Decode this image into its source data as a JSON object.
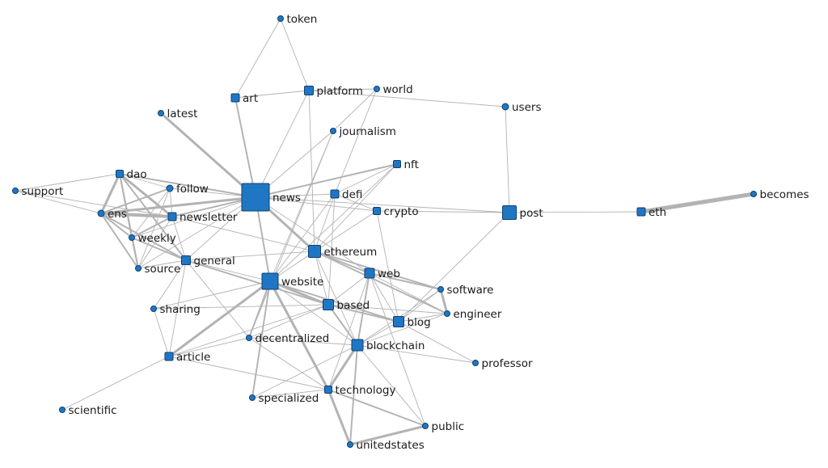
{
  "diagram": {
    "type": "network",
    "colors": {
      "node": "#1f77c4",
      "edge": "#b3b3b3",
      "strong_edge": "#8c8c8c"
    },
    "nodes": [
      {
        "id": "token",
        "label": "token"
      },
      {
        "id": "art",
        "label": "art"
      },
      {
        "id": "platform",
        "label": "platform"
      },
      {
        "id": "world",
        "label": "world"
      },
      {
        "id": "users",
        "label": "users"
      },
      {
        "id": "latest",
        "label": "latest"
      },
      {
        "id": "journalism",
        "label": "journalism"
      },
      {
        "id": "dao",
        "label": "dao"
      },
      {
        "id": "follow",
        "label": "follow"
      },
      {
        "id": "news",
        "label": "news"
      },
      {
        "id": "nft",
        "label": "nft"
      },
      {
        "id": "support",
        "label": "support"
      },
      {
        "id": "defi",
        "label": "defi"
      },
      {
        "id": "ens",
        "label": "ens"
      },
      {
        "id": "newsletter",
        "label": "newsletter"
      },
      {
        "id": "crypto",
        "label": "crypto"
      },
      {
        "id": "post",
        "label": "post"
      },
      {
        "id": "eth",
        "label": "eth"
      },
      {
        "id": "becomes",
        "label": "becomes"
      },
      {
        "id": "weekly",
        "label": "weekly"
      },
      {
        "id": "ethereum",
        "label": "ethereum"
      },
      {
        "id": "general",
        "label": "general"
      },
      {
        "id": "source",
        "label": "source"
      },
      {
        "id": "web",
        "label": "web"
      },
      {
        "id": "website",
        "label": "website"
      },
      {
        "id": "software",
        "label": "software"
      },
      {
        "id": "sharing",
        "label": "sharing"
      },
      {
        "id": "based",
        "label": "based"
      },
      {
        "id": "engineer",
        "label": "engineer"
      },
      {
        "id": "blog",
        "label": "blog"
      },
      {
        "id": "decentralized",
        "label": "decentralized"
      },
      {
        "id": "blockchain",
        "label": "blockchain"
      },
      {
        "id": "article",
        "label": "article"
      },
      {
        "id": "professor",
        "label": "professor"
      },
      {
        "id": "technology",
        "label": "technology"
      },
      {
        "id": "specialized",
        "label": "specialized"
      },
      {
        "id": "scientific",
        "label": "scientific"
      },
      {
        "id": "public",
        "label": "public"
      },
      {
        "id": "unitedstates",
        "label": "unitedstates"
      }
    ],
    "edges": [
      {
        "source": "token",
        "target": "art",
        "weight": 1
      },
      {
        "source": "token",
        "target": "platform",
        "weight": 1
      },
      {
        "source": "art",
        "target": "platform",
        "weight": 1
      },
      {
        "source": "art",
        "target": "news",
        "weight": 2
      },
      {
        "source": "platform",
        "target": "world",
        "weight": 1
      },
      {
        "source": "platform",
        "target": "users",
        "weight": 1
      },
      {
        "source": "platform",
        "target": "news",
        "weight": 1
      },
      {
        "source": "platform",
        "target": "ethereum",
        "weight": 1
      },
      {
        "source": "world",
        "target": "journalism",
        "weight": 1
      },
      {
        "source": "world",
        "target": "defi",
        "weight": 1
      },
      {
        "source": "users",
        "target": "post",
        "weight": 1
      },
      {
        "source": "latest",
        "target": "news",
        "weight": 3
      },
      {
        "source": "journalism",
        "target": "news",
        "weight": 1
      },
      {
        "source": "journalism",
        "target": "website",
        "weight": 1
      },
      {
        "source": "journalism",
        "target": "decentralized",
        "weight": 1
      },
      {
        "source": "dao",
        "target": "ens",
        "weight": 3
      },
      {
        "source": "dao",
        "target": "follow",
        "weight": 1
      },
      {
        "source": "dao",
        "target": "newsletter",
        "weight": 3
      },
      {
        "source": "dao",
        "target": "weekly",
        "weight": 2
      },
      {
        "source": "dao",
        "target": "source",
        "weight": 2
      },
      {
        "source": "dao",
        "target": "support",
        "weight": 1
      },
      {
        "source": "dao",
        "target": "news",
        "weight": 2
      },
      {
        "source": "dao",
        "target": "general",
        "weight": 2
      },
      {
        "source": "follow",
        "target": "ens",
        "weight": 2
      },
      {
        "source": "follow",
        "target": "newsletter",
        "weight": 1
      },
      {
        "source": "follow",
        "target": "news",
        "weight": 1
      },
      {
        "source": "follow",
        "target": "weekly",
        "weight": 1
      },
      {
        "source": "follow",
        "target": "source",
        "weight": 1
      },
      {
        "source": "support",
        "target": "ens",
        "weight": 1
      },
      {
        "source": "support",
        "target": "newsletter",
        "weight": 1
      },
      {
        "source": "ens",
        "target": "newsletter",
        "weight": 4
      },
      {
        "source": "ens",
        "target": "weekly",
        "weight": 2
      },
      {
        "source": "ens",
        "target": "source",
        "weight": 2
      },
      {
        "source": "ens",
        "target": "news",
        "weight": 3
      },
      {
        "source": "ens",
        "target": "general",
        "weight": 2
      },
      {
        "source": "newsletter",
        "target": "news",
        "weight": 2
      },
      {
        "source": "newsletter",
        "target": "weekly",
        "weight": 2
      },
      {
        "source": "newsletter",
        "target": "source",
        "weight": 1
      },
      {
        "source": "newsletter",
        "target": "general",
        "weight": 1
      },
      {
        "source": "newsletter",
        "target": "ethereum",
        "weight": 1
      },
      {
        "source": "weekly",
        "target": "source",
        "weight": 2
      },
      {
        "source": "weekly",
        "target": "general",
        "weight": 2
      },
      {
        "source": "weekly",
        "target": "news",
        "weight": 1
      },
      {
        "source": "source",
        "target": "general",
        "weight": 1
      },
      {
        "source": "source",
        "target": "news",
        "weight": 1
      },
      {
        "source": "news",
        "target": "nft",
        "weight": 2
      },
      {
        "source": "news",
        "target": "defi",
        "weight": 1
      },
      {
        "source": "news",
        "target": "crypto",
        "weight": 1
      },
      {
        "source": "news",
        "target": "post",
        "weight": 1
      },
      {
        "source": "news",
        "target": "ethereum",
        "weight": 3
      },
      {
        "source": "news",
        "target": "website",
        "weight": 2
      },
      {
        "source": "news",
        "target": "general",
        "weight": 1
      },
      {
        "source": "news",
        "target": "web",
        "weight": 1
      },
      {
        "source": "nft",
        "target": "defi",
        "weight": 1
      },
      {
        "source": "nft",
        "target": "ethereum",
        "weight": 1
      },
      {
        "source": "nft",
        "target": "website",
        "weight": 1
      },
      {
        "source": "defi",
        "target": "crypto",
        "weight": 1
      },
      {
        "source": "defi",
        "target": "ethereum",
        "weight": 1
      },
      {
        "source": "defi",
        "target": "based",
        "weight": 1
      },
      {
        "source": "defi",
        "target": "website",
        "weight": 1
      },
      {
        "source": "crypto",
        "target": "post",
        "weight": 1
      },
      {
        "source": "crypto",
        "target": "ethereum",
        "weight": 1
      },
      {
        "source": "crypto",
        "target": "blog",
        "weight": 1
      },
      {
        "source": "post",
        "target": "eth",
        "weight": 1
      },
      {
        "source": "post",
        "target": "blog",
        "weight": 1
      },
      {
        "source": "eth",
        "target": "becomes",
        "weight": 5
      },
      {
        "source": "ethereum",
        "target": "web",
        "weight": 2
      },
      {
        "source": "ethereum",
        "target": "website",
        "weight": 1
      },
      {
        "source": "ethereum",
        "target": "based",
        "weight": 1
      },
      {
        "source": "ethereum",
        "target": "software",
        "weight": 2
      },
      {
        "source": "ethereum",
        "target": "engineer",
        "weight": 2
      },
      {
        "source": "ethereum",
        "target": "blockchain",
        "weight": 1
      },
      {
        "source": "ethereum",
        "target": "general",
        "weight": 1
      },
      {
        "source": "general",
        "target": "website",
        "weight": 1
      },
      {
        "source": "general",
        "target": "based",
        "weight": 2
      },
      {
        "source": "general",
        "target": "sharing",
        "weight": 1
      },
      {
        "source": "general",
        "target": "article",
        "weight": 1
      },
      {
        "source": "general",
        "target": "decentralized",
        "weight": 1
      },
      {
        "source": "web",
        "target": "software",
        "weight": 2
      },
      {
        "source": "web",
        "target": "blog",
        "weight": 1
      },
      {
        "source": "web",
        "target": "blockchain",
        "weight": 2
      },
      {
        "source": "web",
        "target": "based",
        "weight": 1
      },
      {
        "source": "web",
        "target": "technology",
        "weight": 1
      },
      {
        "source": "web",
        "target": "engineer",
        "weight": 1
      },
      {
        "source": "website",
        "target": "based",
        "weight": 3
      },
      {
        "source": "website",
        "target": "blog",
        "weight": 2
      },
      {
        "source": "website",
        "target": "article",
        "weight": 3
      },
      {
        "source": "website",
        "target": "decentralized",
        "weight": 2
      },
      {
        "source": "website",
        "target": "technology",
        "weight": 3
      },
      {
        "source": "website",
        "target": "specialized",
        "weight": 2
      },
      {
        "source": "website",
        "target": "blockchain",
        "weight": 1
      },
      {
        "source": "website",
        "target": "sharing",
        "weight": 1
      },
      {
        "source": "software",
        "target": "engineer",
        "weight": 3
      },
      {
        "source": "software",
        "target": "blog",
        "weight": 1
      },
      {
        "source": "software",
        "target": "blockchain",
        "weight": 1
      },
      {
        "source": "sharing",
        "target": "article",
        "weight": 1
      },
      {
        "source": "sharing",
        "target": "based",
        "weight": 1
      },
      {
        "source": "based",
        "target": "blog",
        "weight": 2
      },
      {
        "source": "based",
        "target": "blockchain",
        "weight": 2
      },
      {
        "source": "based",
        "target": "decentralized",
        "weight": 1
      },
      {
        "source": "based",
        "target": "article",
        "weight": 1
      },
      {
        "source": "based",
        "target": "engineer",
        "weight": 1
      },
      {
        "source": "engineer",
        "target": "blog",
        "weight": 1
      },
      {
        "source": "engineer",
        "target": "blockchain",
        "weight": 1
      },
      {
        "source": "blog",
        "target": "blockchain",
        "weight": 1
      },
      {
        "source": "blog",
        "target": "professor",
        "weight": 1
      },
      {
        "source": "decentralized",
        "target": "blockchain",
        "weight": 1
      },
      {
        "source": "decentralized",
        "target": "technology",
        "weight": 1
      },
      {
        "source": "decentralized",
        "target": "article",
        "weight": 1
      },
      {
        "source": "blockchain",
        "target": "technology",
        "weight": 3
      },
      {
        "source": "blockchain",
        "target": "unitedstates",
        "weight": 2
      },
      {
        "source": "blockchain",
        "target": "public",
        "weight": 1
      },
      {
        "source": "blockchain",
        "target": "specialized",
        "weight": 1
      },
      {
        "source": "blockchain",
        "target": "professor",
        "weight": 1
      },
      {
        "source": "article",
        "target": "scientific",
        "weight": 1
      },
      {
        "source": "article",
        "target": "technology",
        "weight": 1
      },
      {
        "source": "technology",
        "target": "specialized",
        "weight": 1
      },
      {
        "source": "technology",
        "target": "unitedstates",
        "weight": 3
      },
      {
        "source": "technology",
        "target": "public",
        "weight": 2
      },
      {
        "source": "public",
        "target": "unitedstates",
        "weight": 3
      },
      {
        "source": "public",
        "target": "web",
        "weight": 1
      }
    ]
  }
}
